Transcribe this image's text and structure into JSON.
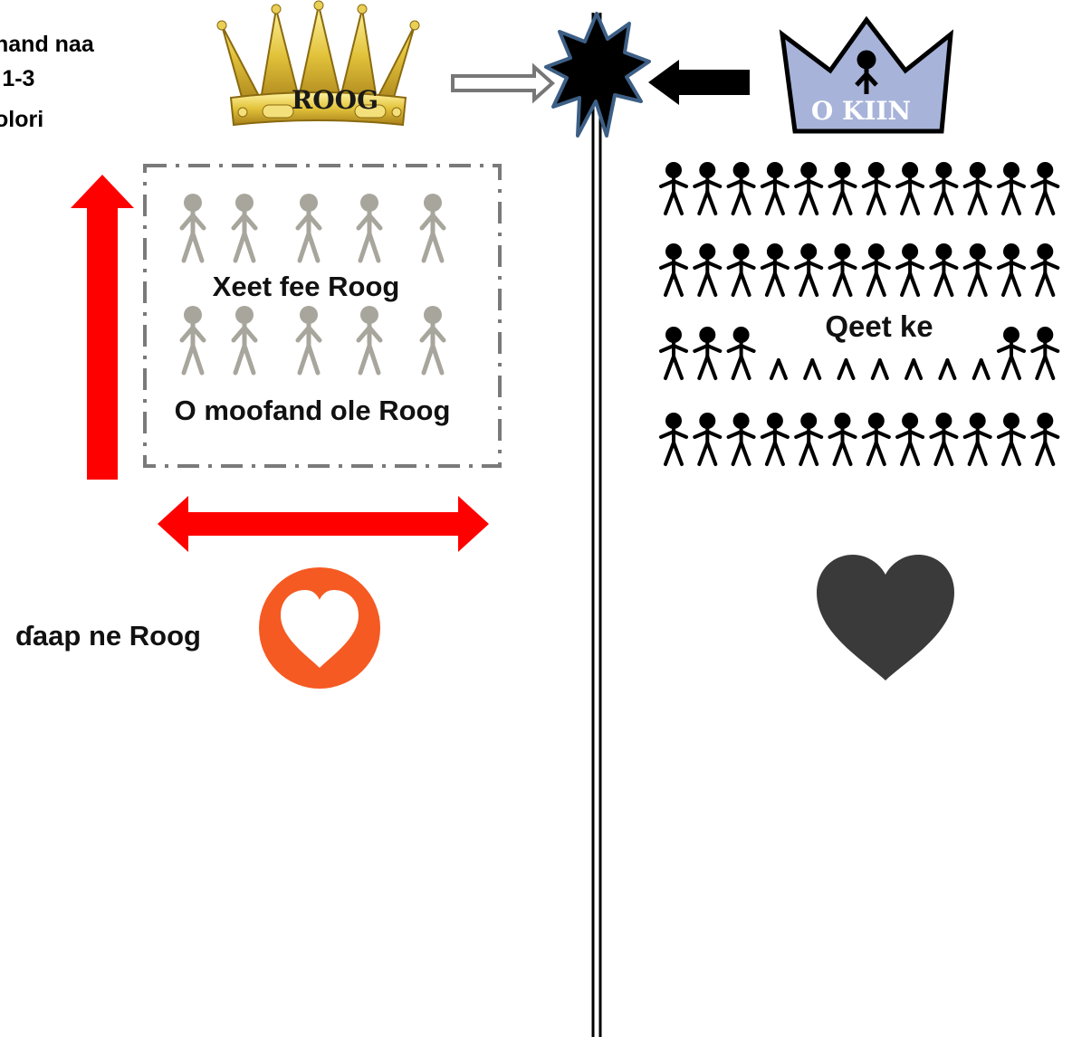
{
  "corner_text": {
    "line1": "hand naa",
    "line2": ":1-3",
    "line3": "olori"
  },
  "left": {
    "crown_label": "ROOG",
    "group_top_label": "Xeet fee Roog",
    "group_bottom_label": "O moofand ole Roog",
    "love_label": "ɗaap ne Roog"
  },
  "right": {
    "crown_label": "O KIIN",
    "crowd_label": "Qeet ke"
  },
  "colors": {
    "gold": "#d9b82a",
    "red": "#ff0000",
    "orange_circle": "#f55a22",
    "grey_figure": "#a8a69c",
    "dark_heart": "#3a3a3a",
    "blue_crown": "#a7b3d9",
    "burst_outline": "#3d5f86"
  },
  "icons": [
    "gold-crown-icon",
    "blue-crown-icon",
    "collision-burst-icon",
    "stick-figure-icon",
    "heart-icon"
  ]
}
